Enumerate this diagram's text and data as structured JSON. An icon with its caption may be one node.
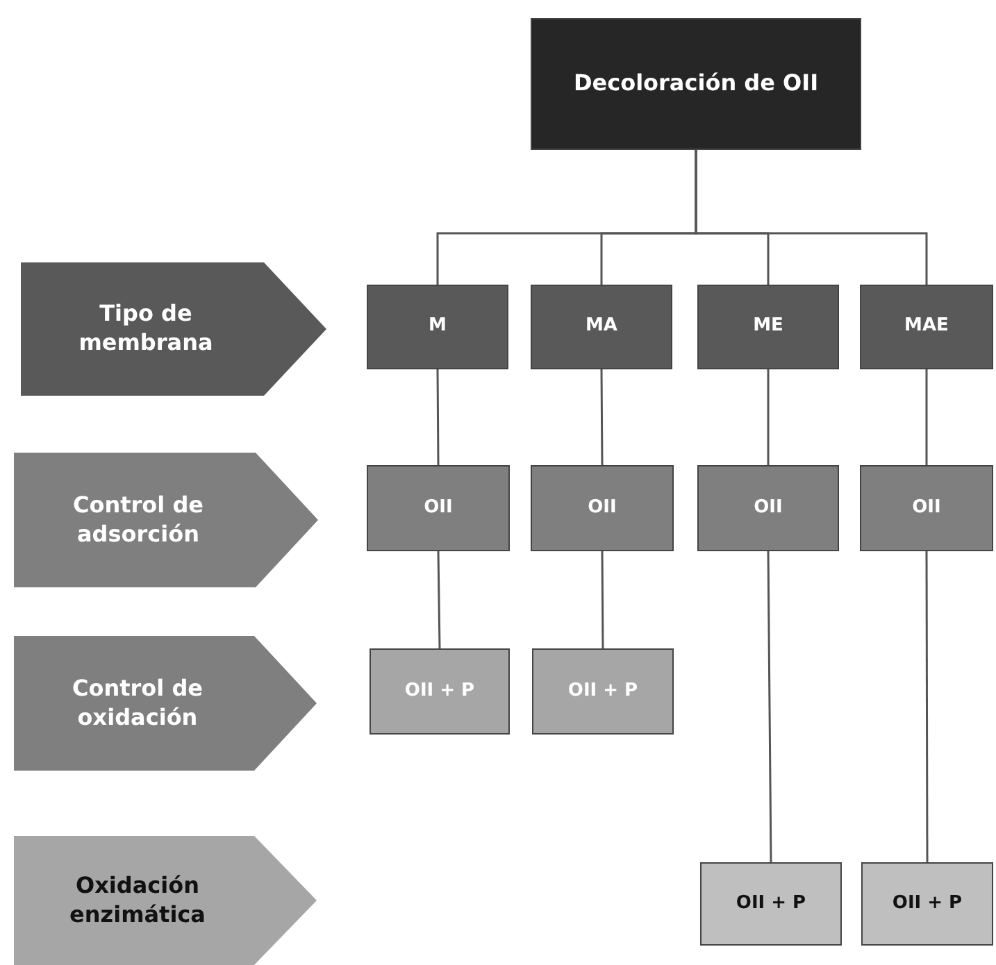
{
  "diagram": {
    "nodes": [
      {
        "text": [
          "Decoloración de OII"
        ]
      },
      {
        "text": [
          "Tipo de membrana"
        ]
      },
      {
        "text": [
          "M"
        ]
      },
      {
        "text": [
          "MA"
        ]
      },
      {
        "text": [
          "ME"
        ]
      },
      {
        "text": [
          "MAE"
        ]
      },
      {
        "text": [
          "Control de adsorción"
        ]
      },
      {
        "text": [
          "OII"
        ]
      },
      {
        "text": [
          "OII"
        ]
      },
      {
        "text": [
          "OII"
        ]
      },
      {
        "text": [
          "OII"
        ]
      },
      {
        "text": [
          "Control de oxidación"
        ]
      },
      {
        "text": [
          "OII + P"
        ]
      },
      {
        "text": [
          "OII + P"
        ]
      },
      {
        "text": [
          "Oxidación enzimática"
        ]
      },
      {
        "text": [
          "OII + P"
        ]
      },
      {
        "text": [
          "OII + P"
        ]
      }
    ],
    "edges": [
      {
        "from": 0,
        "to": 2,
        "arrow": "none"
      },
      {
        "from": 0,
        "to": 3,
        "arrow": "none"
      },
      {
        "from": 0,
        "to": 4,
        "arrow": "none"
      },
      {
        "from": 0,
        "to": 5,
        "arrow": "none"
      },
      {
        "from": 2,
        "to": 7,
        "arrow": "none"
      },
      {
        "from": 3,
        "to": 8,
        "arrow": "none"
      },
      {
        "from": 4,
        "to": 9,
        "arrow": "none"
      },
      {
        "from": 5,
        "to": 10,
        "arrow": "none"
      },
      {
        "from": 7,
        "to": 12,
        "arrow": "none"
      },
      {
        "from": 8,
        "to": 13,
        "arrow": "none"
      },
      {
        "from": 9,
        "to": 15,
        "arrow": "none"
      },
      {
        "from": 10,
        "to": 16,
        "arrow": "none"
      }
    ]
  }
}
